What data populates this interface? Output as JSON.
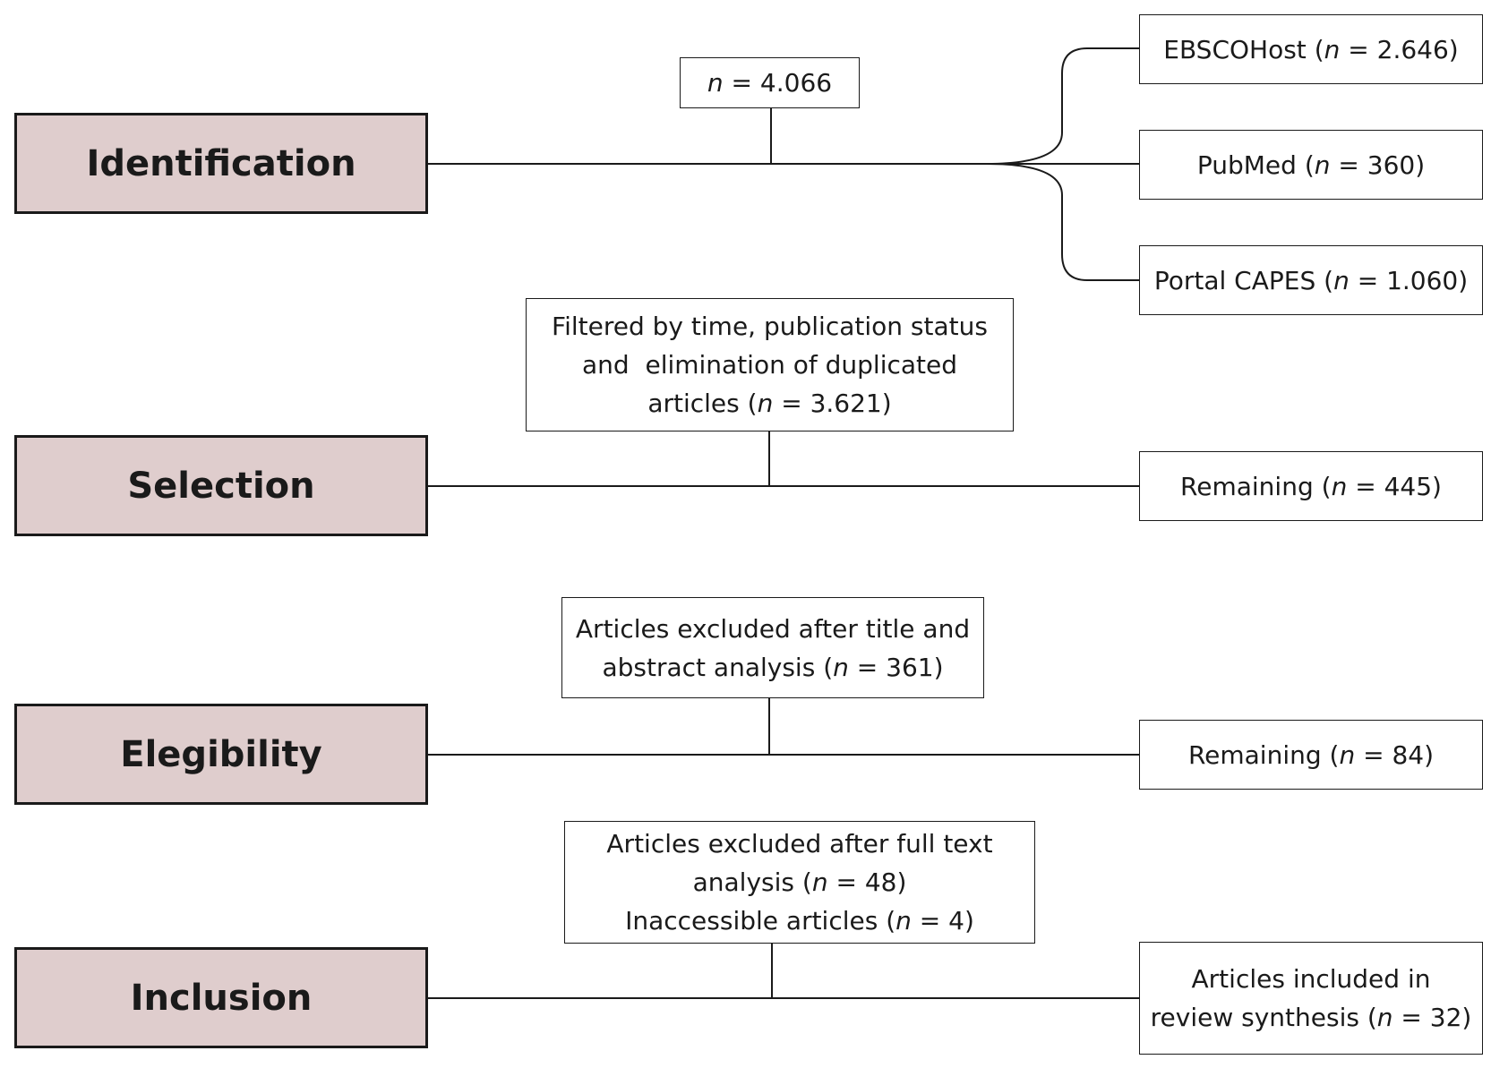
{
  "stages": {
    "identification": "Identification",
    "selection": "Selection",
    "eligibility": "Elegibility",
    "inclusion": "Inclusion"
  },
  "identification": {
    "total": {
      "var": "n",
      "eq": " = 4.066"
    },
    "sources": [
      {
        "pre": "EBSCOHost (",
        "var": "n",
        "post": " = 2.646)"
      },
      {
        "pre": "PubMed (",
        "var": "n",
        "post": " = 360)"
      },
      {
        "pre": "Portal CAPES (",
        "var": "n",
        "post": " = 1.060)"
      }
    ]
  },
  "selection": {
    "filter_line1": "Filtered by time, publication status",
    "filter_line2": "and  elimination of duplicated",
    "filter_line3_pre": "articles (",
    "filter_line3_var": "n",
    "filter_line3_post": " = 3.621)",
    "remaining_pre": "Remaining (",
    "remaining_var": "n",
    "remaining_post": " = 445)"
  },
  "eligibility": {
    "excluded_line1": "Articles excluded after title and",
    "excluded_line2_pre": "abstract analysis (",
    "excluded_line2_var": "n",
    "excluded_line2_post": " = 361)",
    "remaining_pre": "Remaining (",
    "remaining_var": "n",
    "remaining_post": " = 84)"
  },
  "inclusion": {
    "excluded_line1": "Articles excluded after full text",
    "excluded_line2_pre": "analysis (",
    "excluded_line2_var": "n",
    "excluded_line2_post": " = 48)",
    "excluded_line3_pre": "Inaccessible articles (",
    "excluded_line3_var": "n",
    "excluded_line3_post": " = 4)",
    "included_line1": "Articles included in",
    "included_line2_pre": "review synthesis (",
    "included_line2_var": "n",
    "included_line2_post": " = 32)"
  },
  "colors": {
    "stage_fill": "#dfcdcd",
    "line": "#1a1a1a",
    "box_fill": "#ffffff"
  }
}
